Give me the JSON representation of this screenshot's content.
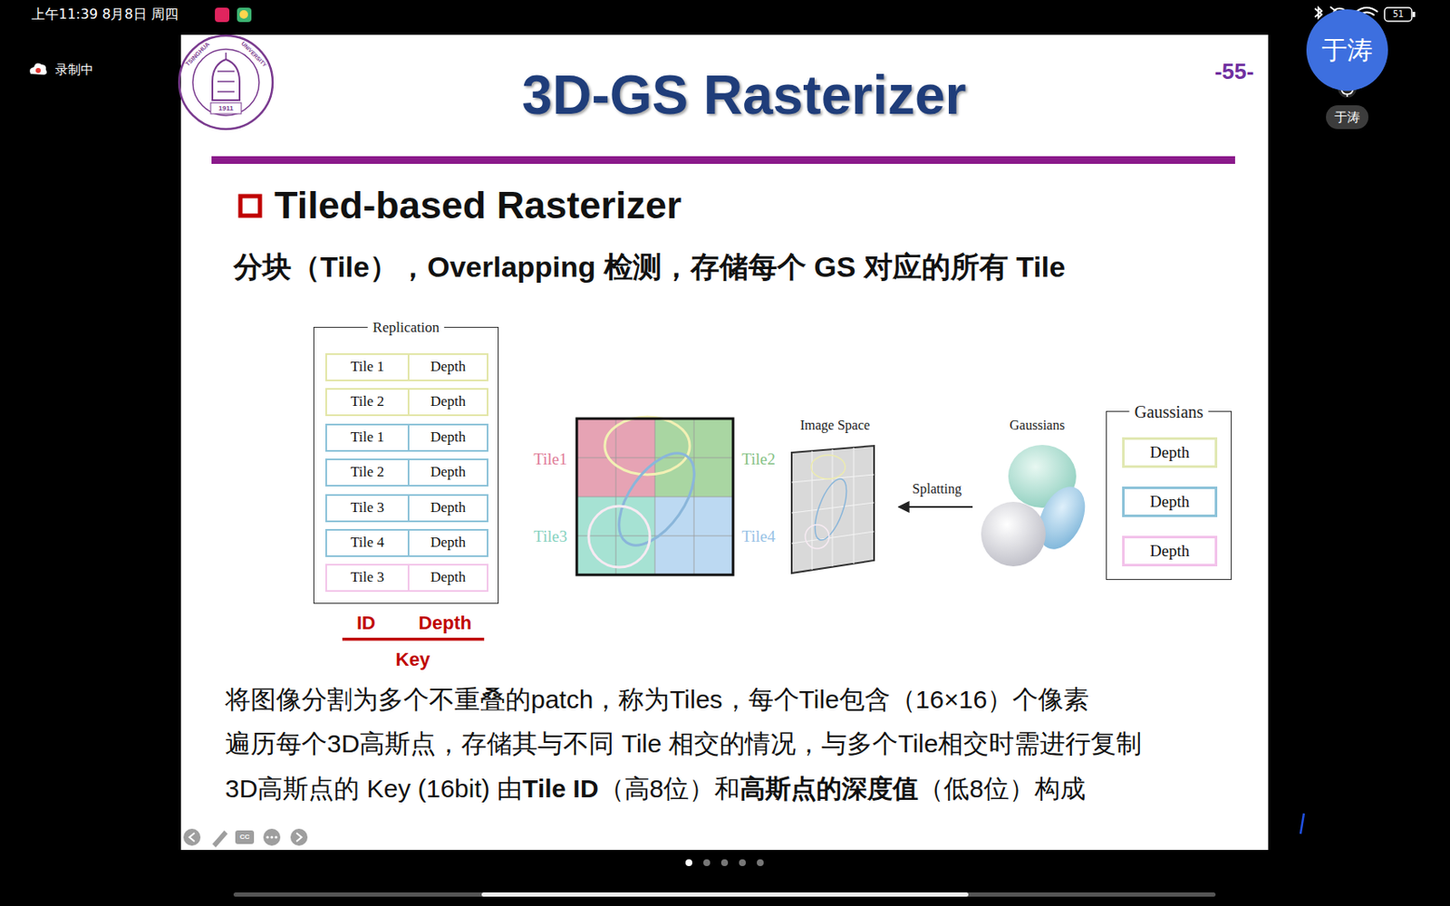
{
  "diagram": {
    "title": "3D-GS Rasterizer",
    "nodes": [
      {
        "text": [
          "Replication"
        ]
      },
      {
        "text": [
          "Tile 1",
          "Depth"
        ],
        "in": 0
      },
      {
        "text": [
          "Tile 2",
          "Depth"
        ],
        "in": 0
      },
      {
        "text": [
          "Tile 1",
          "Depth"
        ],
        "in": 0
      },
      {
        "text": [
          "Tile 2",
          "Depth"
        ],
        "in": 0
      },
      {
        "text": [
          "Tile 3",
          "Depth"
        ],
        "in": 0
      },
      {
        "text": [
          "Tile 4",
          "Depth"
        ],
        "in": 0
      },
      {
        "text": [
          "Tile 3",
          "Depth"
        ],
        "in": 0
      },
      {
        "text": [
          "Gaussians"
        ]
      },
      {
        "text": [
          "Depth"
        ],
        "in": 8
      },
      {
        "text": [
          "Depth"
        ],
        "in": 8
      },
      {
        "text": [
          "Depth"
        ],
        "in": 8
      },
      {
        "text": [
          "于涛"
        ]
      },
      {
        "text": [
          "于涛"
        ]
      }
    ],
    "labels": [
      "上午11:39 8月8日 周四",
      "51",
      "录制中",
      "TSINGHUA",
      "UNIVERSITY",
      "1911",
      "-55-",
      "Tiled-based Rasterizer",
      "分块（Tile），Overlapping 检测，存储每个 GS 对应的所有 Tile",
      "ID",
      "Depth",
      "Key",
      "Tile1",
      "Tile2",
      "Tile3",
      "Tile4",
      "Image Space",
      "Splatting",
      "Gaussians",
      "将图像分割为多个不重叠的patch，称为Tiles，每个Tile包含（16×16）个像素",
      "遍历每个3D高斯点，存储其与不同 Tile 相交的情况，与多个Tile相交时需进行复制",
      "3D高斯点的 Key (16bit) 由",
      "Tile ID",
      "（高8位）和",
      "高斯点的深度值",
      "（低8位）构成",
      "CC"
    ]
  }
}
